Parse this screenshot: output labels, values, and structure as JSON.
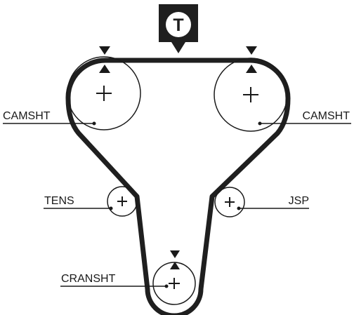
{
  "diagram": {
    "marker_letter": "T",
    "colors": {
      "belt": "#1f1f1f",
      "lines": "#1a1a1a",
      "marker_bg": "#1f1f1f",
      "marker_fg": "#ffffff"
    },
    "labels": {
      "camshaft_left": "CAMSHT",
      "camshaft_right": "CAMSHT",
      "tensioner": "TENS",
      "jsp": "JSP",
      "crankshaft": "CRANSHT"
    }
  }
}
